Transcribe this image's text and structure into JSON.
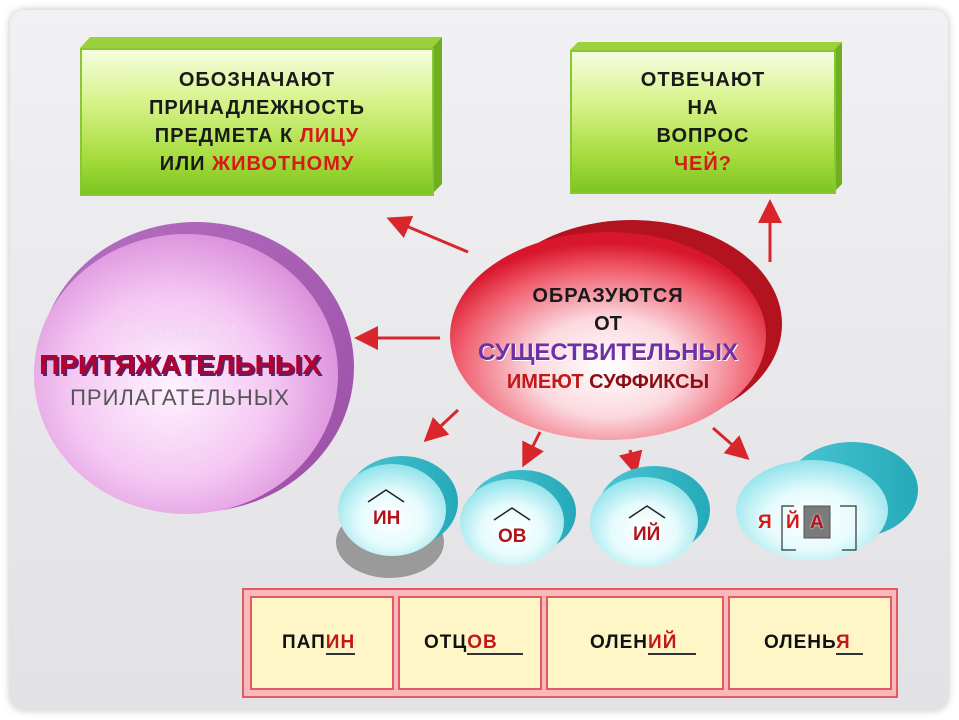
{
  "box_left": {
    "line1": "ОБОЗНАЧАЮТ",
    "line2": "ПРИНАДЛЕЖНОСТЬ",
    "line3_a": "ПРЕДМЕТА К ",
    "line3_b": "ЛИЦУ",
    "line4_a": "ИЛИ ",
    "line4_b": "ЖИВОТНОМУ"
  },
  "box_right": {
    "line1": "ОТВЕЧАЮТ",
    "line2": "НА",
    "line3": "ВОПРОС",
    "line4": "ЧЕЙ?"
  },
  "pink_circle": {
    "faded": "ПРИЗНАКИ",
    "main": "ПРИТЯЖАТЕЛЬНЫХ",
    "sub": "ПРИЛАГАТЕЛЬНЫХ"
  },
  "red_circle": {
    "line1": "ОБРАЗУЮТСЯ",
    "line2": "ОТ",
    "line3": "СУЩЕСТВИТЕЛЬНЫХ",
    "line4_a": "ИМЕЮТ ",
    "line4_b": "СУФФИКСЫ"
  },
  "suffixes": {
    "in": "ИН",
    "ov": "ОВ",
    "iy": "ИЙ",
    "ya_1": "Я",
    "ya_2": "Й",
    "ya_3": "А"
  },
  "examples": [
    {
      "stem": "ПАП",
      "suffix": "ИН",
      "tail": ""
    },
    {
      "stem": "ОТЦ",
      "suffix": "ОВ",
      "tail": ""
    },
    {
      "stem": "ОЛЕН",
      "suffix": "ИЙ",
      "tail": ""
    },
    {
      "stem": "ОЛЕНЬ",
      "suffix": "Я",
      "tail": ""
    }
  ],
  "colors": {
    "green_box": "#a6dc3d",
    "pink_circle": "#e7a6e6",
    "red_circle": "#d9142a",
    "cyan_circle": "#6fd5df",
    "example_border": "#e25b63",
    "example_fill": "#fff6c8"
  }
}
